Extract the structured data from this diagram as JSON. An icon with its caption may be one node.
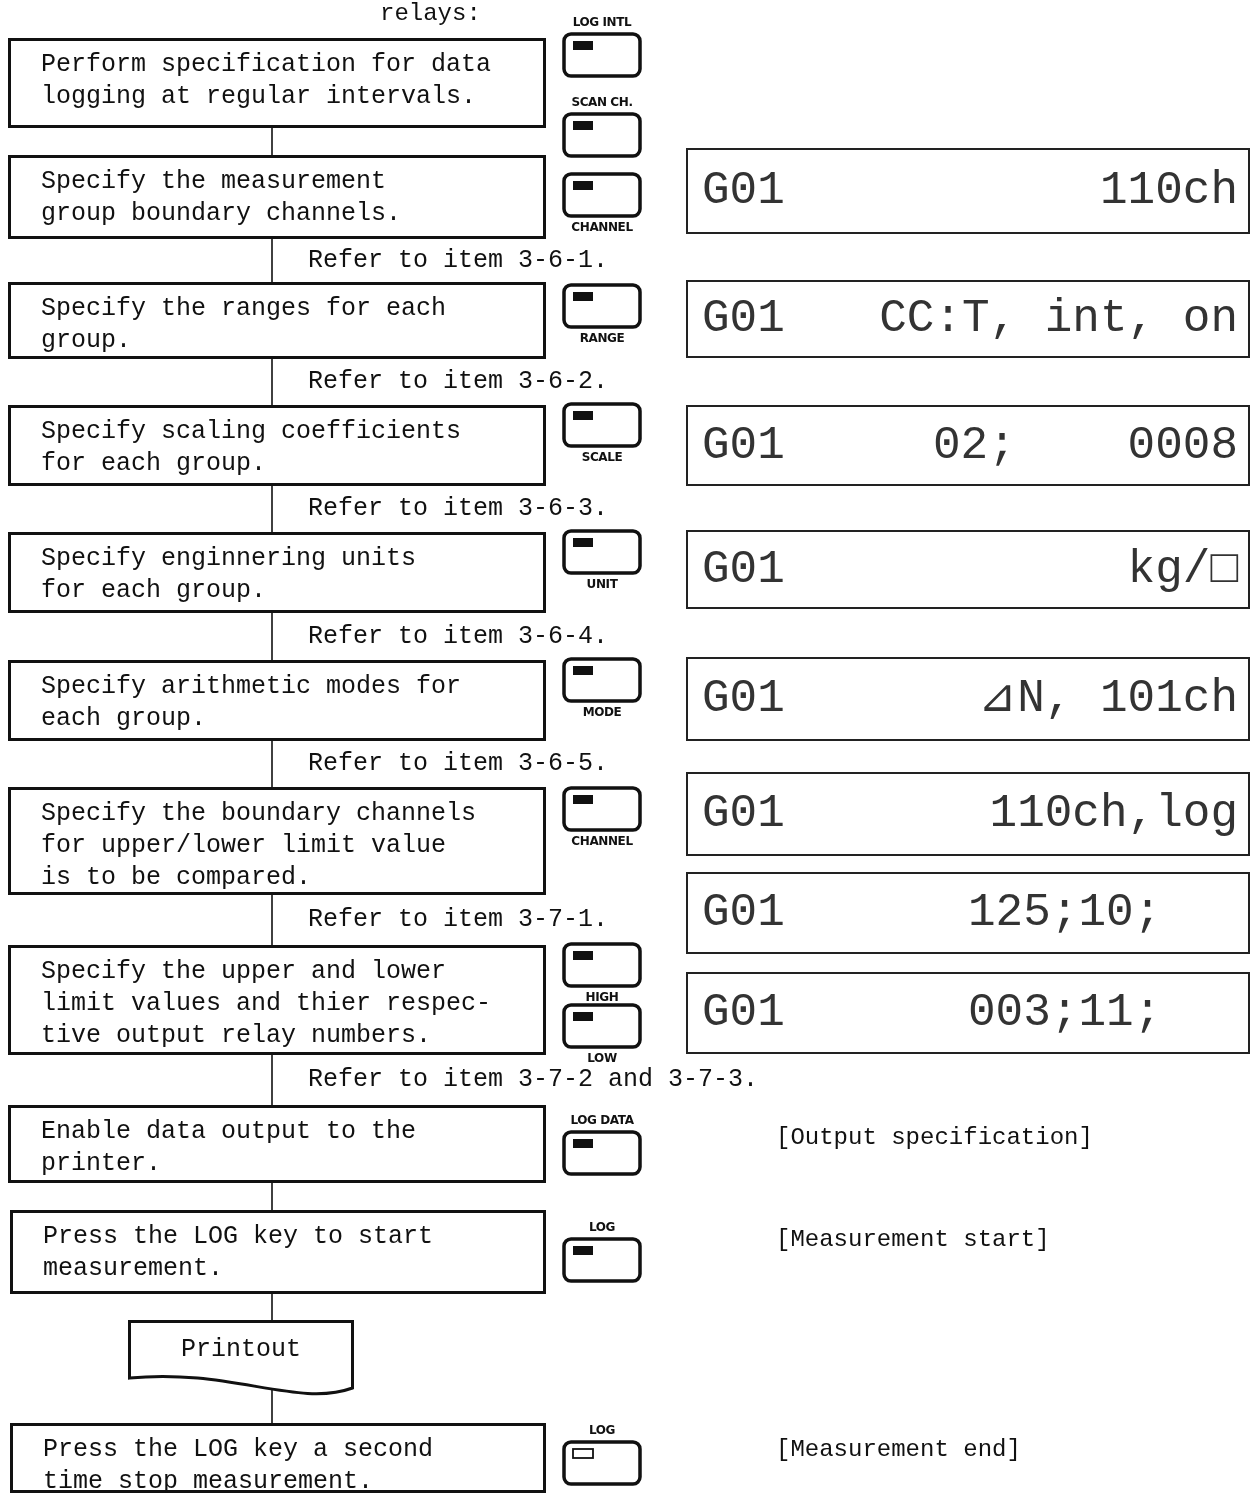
{
  "diagram": {
    "nodes": [
      {
        "text": [
          "Perform specification for data logging at regular intervals."
        ]
      },
      {
        "text": [
          "Specify the measurement group boundary channels."
        ]
      },
      {
        "text": [
          "Specify the ranges for each group."
        ]
      },
      {
        "text": [
          "Specify scaling coefficients for each group."
        ]
      },
      {
        "text": [
          "Specify enginnering units for each group."
        ]
      },
      {
        "text": [
          "Specify arithmetic modes for each group."
        ]
      },
      {
        "text": [
          "Specify the boundary channels for upper/lower limit value is to be compared."
        ]
      },
      {
        "text": [
          "Specify the upper and lower limit values and thier respec- tive output relay numbers."
        ]
      },
      {
        "text": [
          "Enable data output to the printer."
        ]
      },
      {
        "text": [
          "Press the LOG key to start measurement."
        ]
      },
      {
        "text": [
          "Printout"
        ]
      },
      {
        "text": [
          "Press the LOG key a second time stop measurement."
        ]
      },
      {
        "text": [
          "LOG INTL"
        ]
      },
      {
        "text": [
          "SCAN CH."
        ]
      },
      {
        "text": [
          "CHANNEL"
        ]
      },
      {
        "text": [
          "RANGE"
        ]
      },
      {
        "text": [
          "SCALE"
        ]
      },
      {
        "text": [
          "UNIT"
        ]
      },
      {
        "text": [
          "MODE"
        ]
      },
      {
        "text": [
          "CHANNEL"
        ]
      },
      {
        "text": [
          "HIGH"
        ]
      },
      {
        "text": [
          "LOW"
        ]
      },
      {
        "text": [
          "LOG DATA"
        ]
      },
      {
        "text": [
          "LOG"
        ]
      },
      {
        "text": [
          "LOG"
        ]
      },
      {
        "text": [
          "G01",
          "110ch"
        ]
      },
      {
        "text": [
          "G01",
          "CC:T, int, on"
        ]
      },
      {
        "text": [
          "G01",
          "02;",
          "0008"
        ]
      },
      {
        "text": [
          "G01",
          "kg/□"
        ]
      },
      {
        "text": [
          "G01",
          "⊿N, 101ch"
        ]
      },
      {
        "text": [
          "G01",
          "110ch,log"
        ]
      },
      {
        "text": [
          "G01",
          "125;10;"
        ]
      },
      {
        "text": [
          "G01",
          "003;11;"
        ]
      }
    ],
    "edges": [
      {
        "from": 0,
        "to": 1,
        "arrow": "none"
      },
      {
        "from": 1,
        "to": 2,
        "arrow": "none",
        "label": "Refer to item 3-6-1."
      },
      {
        "from": 2,
        "to": 3,
        "arrow": "none",
        "label": "Refer to item 3-6-2."
      },
      {
        "from": 3,
        "to": 4,
        "arrow": "none",
        "label": "Refer to item 3-6-3."
      },
      {
        "from": 4,
        "to": 5,
        "arrow": "none",
        "label": "Refer to item 3-6-4."
      },
      {
        "from": 5,
        "to": 6,
        "arrow": "none",
        "label": "Refer to item 3-6-5."
      },
      {
        "from": 6,
        "to": 7,
        "arrow": "none",
        "label": "Refer to item 3-7-1."
      },
      {
        "from": 7,
        "to": 8,
        "arrow": "none",
        "label": "Refer to item 3-7-2 and 3-7-3."
      },
      {
        "from": 8,
        "to": 9,
        "arrow": "none"
      },
      {
        "from": 9,
        "to": 10,
        "arrow": "none"
      },
      {
        "from": 10,
        "to": 11,
        "arrow": "none"
      }
    ],
    "labels": [
      "relays:",
      "[Output specification]",
      "[Measurement start]",
      "[Measurement end]"
    ]
  }
}
